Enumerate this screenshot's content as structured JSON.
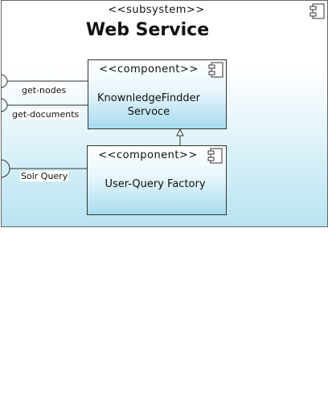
{
  "subsystem": {
    "stereotype": "<<subsystem>>",
    "title": "Web Service",
    "icon": "component-icon"
  },
  "components": [
    {
      "stereotype": "<<component>>",
      "name": "KnownledgeFindder Servoce",
      "icon": "component-icon"
    },
    {
      "stereotype": "<<component>>",
      "name": "User-Query Factory",
      "icon": "component-icon"
    }
  ],
  "interfaces": [
    {
      "label": "get-nodes"
    },
    {
      "label": "get-documents"
    },
    {
      "label": "Solr Query"
    }
  ],
  "colors": {
    "fill_top": "#ffffff",
    "fill_bottom": "#a6dbee",
    "border": "#333333"
  }
}
